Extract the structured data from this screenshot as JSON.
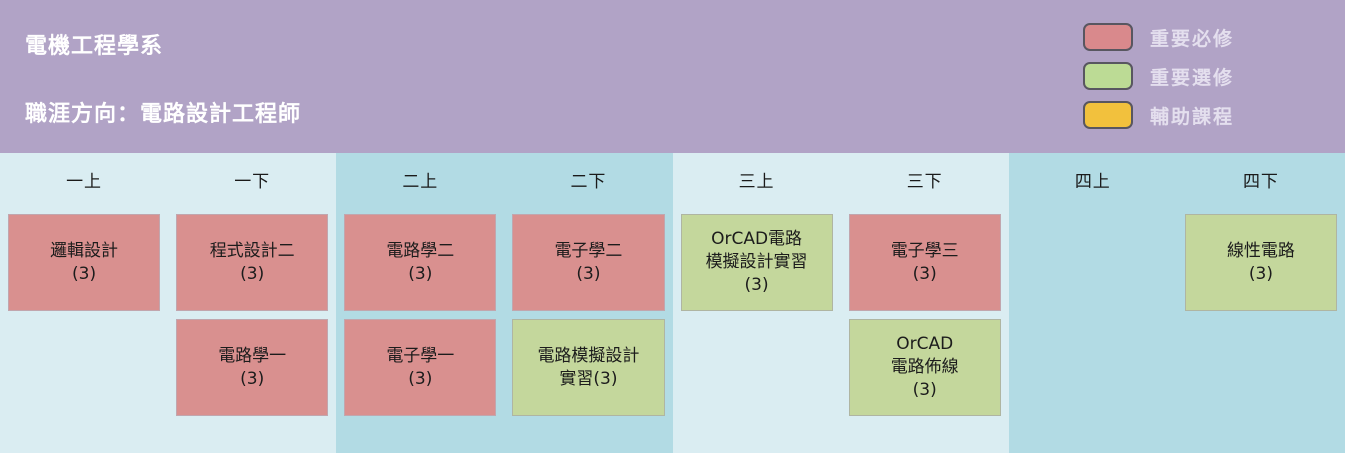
{
  "header": {
    "department": "電機工程學系",
    "career": "職涯方向：電路設計工程師"
  },
  "legend": [
    {
      "label": "重要必修",
      "type": "required",
      "color": "#d9898c"
    },
    {
      "label": "重要選修",
      "type": "elective",
      "color": "#bcdb95"
    },
    {
      "label": "輔助課程",
      "type": "auxiliary",
      "color": "#f2c13d"
    }
  ],
  "colors": {
    "header_background": "#b1a3c6",
    "column_light": "#daedf2",
    "column_dark": "#b2dbe4",
    "required_card": "#d9908f",
    "elective_card": "#c4d79c"
  },
  "semesters": [
    {
      "label": "一上",
      "courses": [
        {
          "title": "邏輯設計\n(3)",
          "type": "required"
        }
      ]
    },
    {
      "label": "一下",
      "courses": [
        {
          "title": "程式設計二\n(3)",
          "type": "required"
        },
        {
          "title": "電路學一\n(3)",
          "type": "required"
        }
      ]
    },
    {
      "label": "二上",
      "courses": [
        {
          "title": "電路學二\n(3)",
          "type": "required"
        },
        {
          "title": "電子學一\n(3)",
          "type": "required"
        }
      ]
    },
    {
      "label": "二下",
      "courses": [
        {
          "title": "電子學二\n(3)",
          "type": "required"
        },
        {
          "title": "電路模擬設計\n實習(3)",
          "type": "elective"
        }
      ]
    },
    {
      "label": "三上",
      "courses": [
        {
          "title": "OrCAD電路\n模擬設計實習\n(3)",
          "type": "elective"
        }
      ]
    },
    {
      "label": "三下",
      "courses": [
        {
          "title": "電子學三\n(3)",
          "type": "required"
        },
        {
          "title": "OrCAD\n電路佈線\n(3)",
          "type": "elective"
        }
      ]
    },
    {
      "label": "四上",
      "courses": []
    },
    {
      "label": "四下",
      "courses": [
        {
          "title": "線性電路\n(3)",
          "type": "elective"
        }
      ]
    }
  ]
}
